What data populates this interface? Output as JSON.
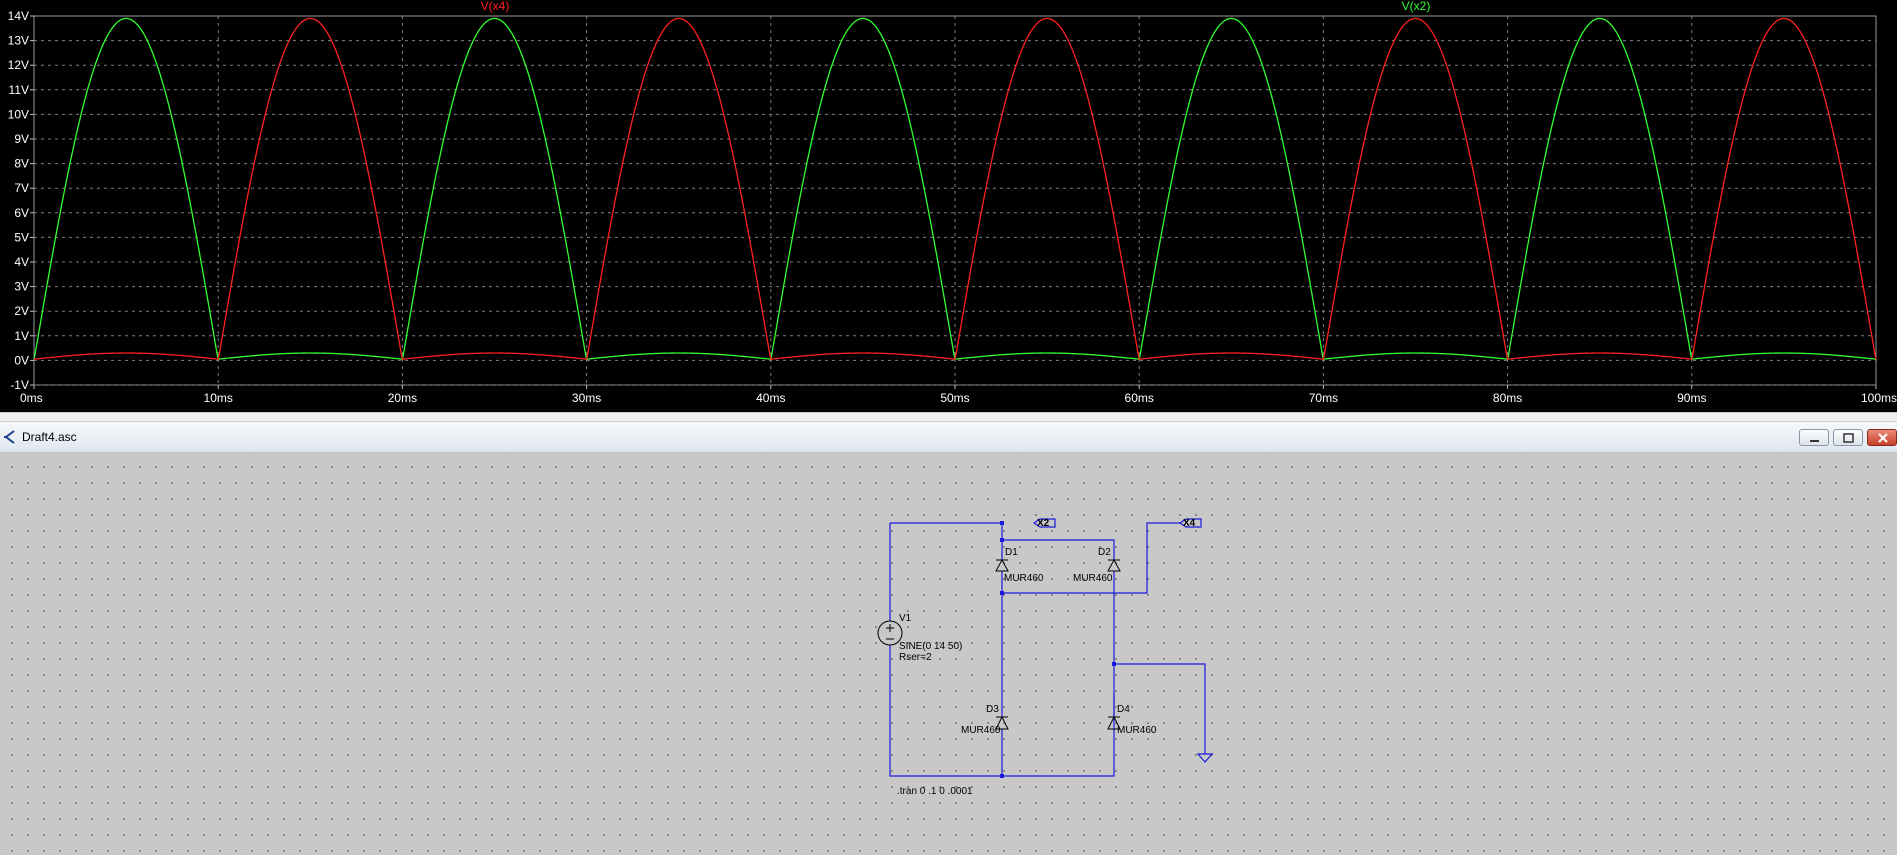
{
  "plot": {
    "traces": [
      {
        "name": "V(x4)",
        "color": "#ff2020"
      },
      {
        "name": "V(x2)",
        "color": "#30ff30"
      }
    ],
    "y_ticks": [
      "14V",
      "13V",
      "12V",
      "11V",
      "10V",
      "9V",
      "8V",
      "7V",
      "6V",
      "5V",
      "4V",
      "3V",
      "2V",
      "1V",
      "0V",
      "-1V"
    ],
    "x_ticks": [
      "0ms",
      "10ms",
      "20ms",
      "30ms",
      "40ms",
      "50ms",
      "60ms",
      "70ms",
      "80ms",
      "90ms",
      "100ms"
    ],
    "chart_data": {
      "type": "line",
      "xlim": [
        0,
        100
      ],
      "ylim": [
        -1,
        14
      ],
      "amplitude": 13.9,
      "period_ms": 20,
      "series": [
        {
          "name": "V(x2)",
          "color": "#30ff30",
          "half": "positive"
        },
        {
          "name": "V(x4)",
          "color": "#ff2020",
          "half": "negative"
        }
      ],
      "grid": true
    }
  },
  "window": {
    "title": "Draft4.asc"
  },
  "schematic": {
    "labels": {
      "x2": "X2",
      "x4": "X4",
      "d1": "D1",
      "d2": "D2",
      "d3": "D3",
      "d4": "D4",
      "d1_model": "MUR460",
      "d2_model": "MUR460",
      "d3_model": "MUR460",
      "d4_model": "MUR460",
      "v1": "V1",
      "v1_value": "SINE(0 14 50)",
      "v1_rser": "Rser=2",
      "directive": ".tran 0 .1 0 .0001"
    }
  }
}
